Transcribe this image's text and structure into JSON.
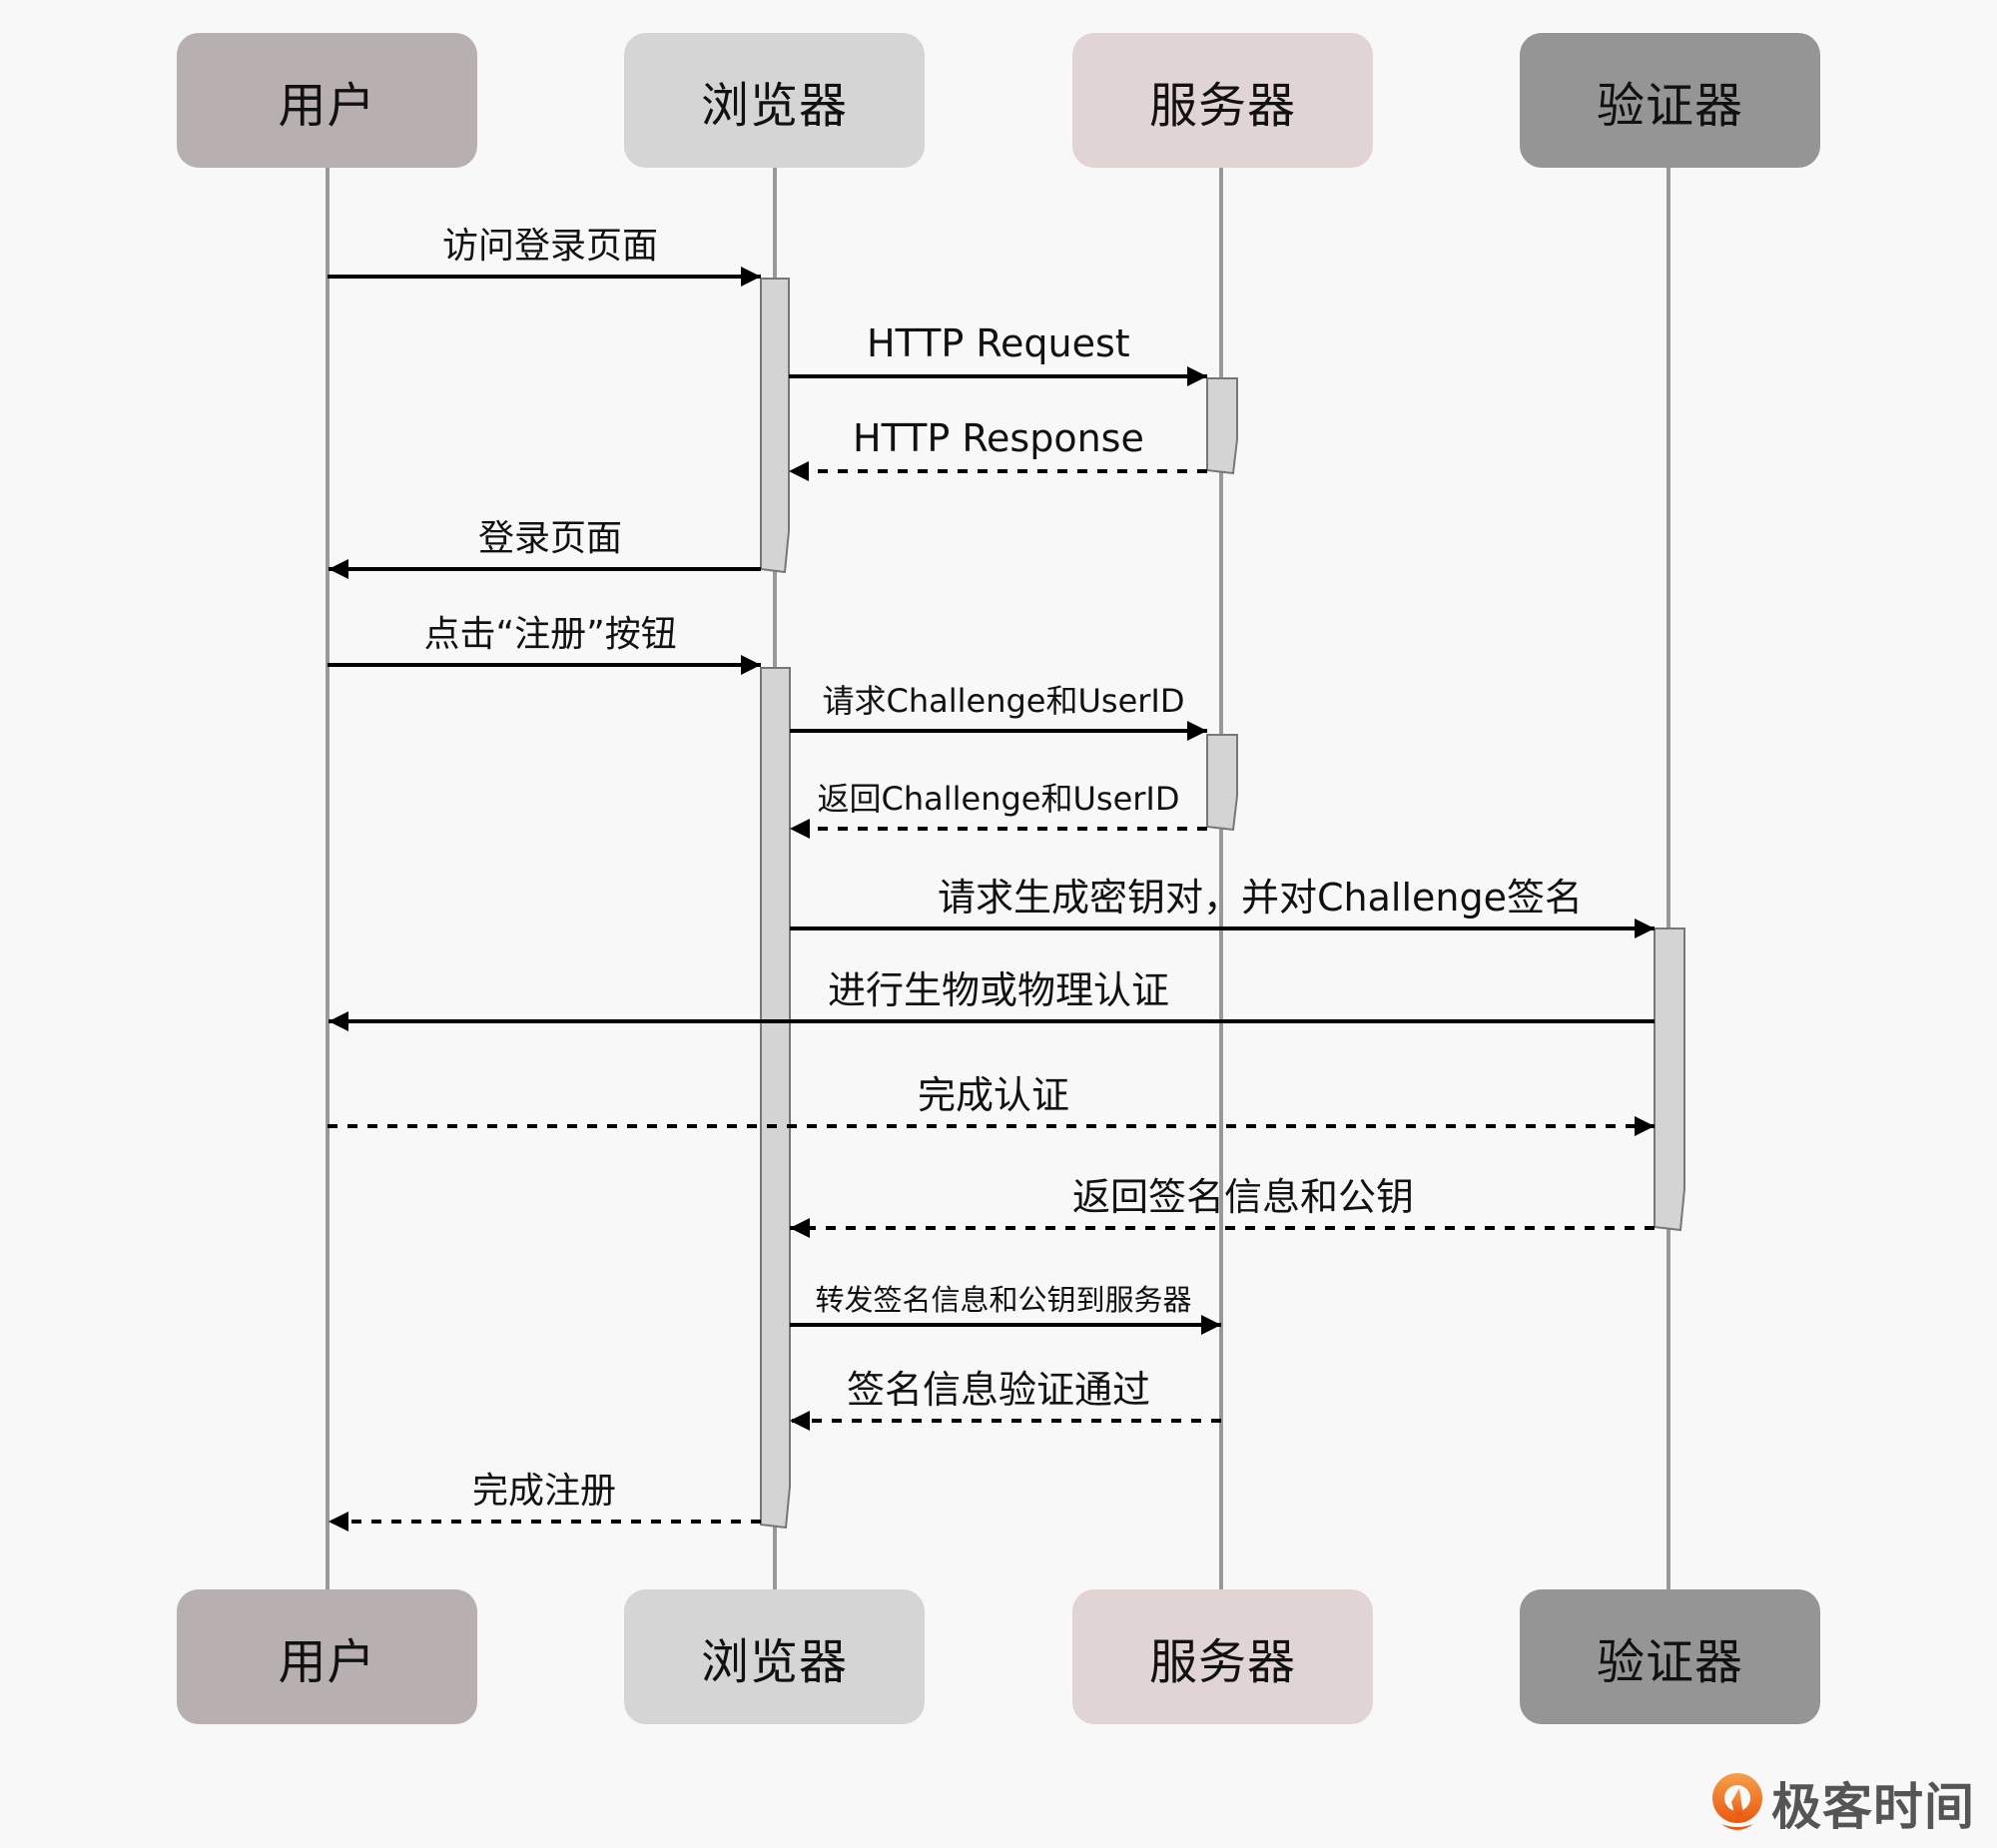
{
  "diagram": {
    "type": "sequence",
    "actors": [
      {
        "id": "user",
        "label": "用户",
        "color": "#b8b0b0"
      },
      {
        "id": "browser",
        "label": "浏览器",
        "color": "#d5d5d5"
      },
      {
        "id": "server",
        "label": "服务器",
        "color": "#e0d4d4"
      },
      {
        "id": "authenticator",
        "label": "验证器",
        "color": "#959595"
      }
    ],
    "messages": [
      {
        "from": "user",
        "to": "browser",
        "label": "访问登录页面",
        "style": "solid"
      },
      {
        "from": "browser",
        "to": "server",
        "label": "HTTP Request",
        "style": "solid"
      },
      {
        "from": "server",
        "to": "browser",
        "label": "HTTP Response",
        "style": "dashed"
      },
      {
        "from": "browser",
        "to": "user",
        "label": "登录页面",
        "style": "solid"
      },
      {
        "from": "user",
        "to": "browser",
        "label": "点击“注册”按钮",
        "style": "solid"
      },
      {
        "from": "browser",
        "to": "server",
        "label": "请求Challenge和UserID",
        "style": "solid"
      },
      {
        "from": "server",
        "to": "browser",
        "label": "返回Challenge和UserID",
        "style": "dashed"
      },
      {
        "from": "browser",
        "to": "authenticator",
        "label": "请求生成密钥对，并对Challenge签名",
        "style": "solid"
      },
      {
        "from": "authenticator",
        "to": "user",
        "label": "进行生物或物理认证",
        "style": "solid"
      },
      {
        "from": "user",
        "to": "authenticator",
        "label": "完成认证",
        "style": "dashed"
      },
      {
        "from": "authenticator",
        "to": "browser",
        "label": "返回签名信息和公钥",
        "style": "dashed"
      },
      {
        "from": "browser",
        "to": "server",
        "label": "转发签名信息和公钥到服务器",
        "style": "solid"
      },
      {
        "from": "server",
        "to": "browser",
        "label": "签名信息验证通过",
        "style": "dashed"
      },
      {
        "from": "browser",
        "to": "user",
        "label": "完成注册",
        "style": "dashed"
      }
    ],
    "activations": [
      {
        "actor": "browser",
        "from_message": 0,
        "to_message": 3
      },
      {
        "actor": "server",
        "from_message": 1,
        "to_message": 2
      },
      {
        "actor": "browser",
        "from_message": 4,
        "to_message": 13
      },
      {
        "actor": "server",
        "from_message": 5,
        "to_message": 6
      },
      {
        "actor": "authenticator",
        "from_message": 7,
        "to_message": 10
      }
    ]
  },
  "brand": {
    "logo_icon": "geektime-logo-icon",
    "name": "极客时间",
    "accent": "#f07020"
  }
}
